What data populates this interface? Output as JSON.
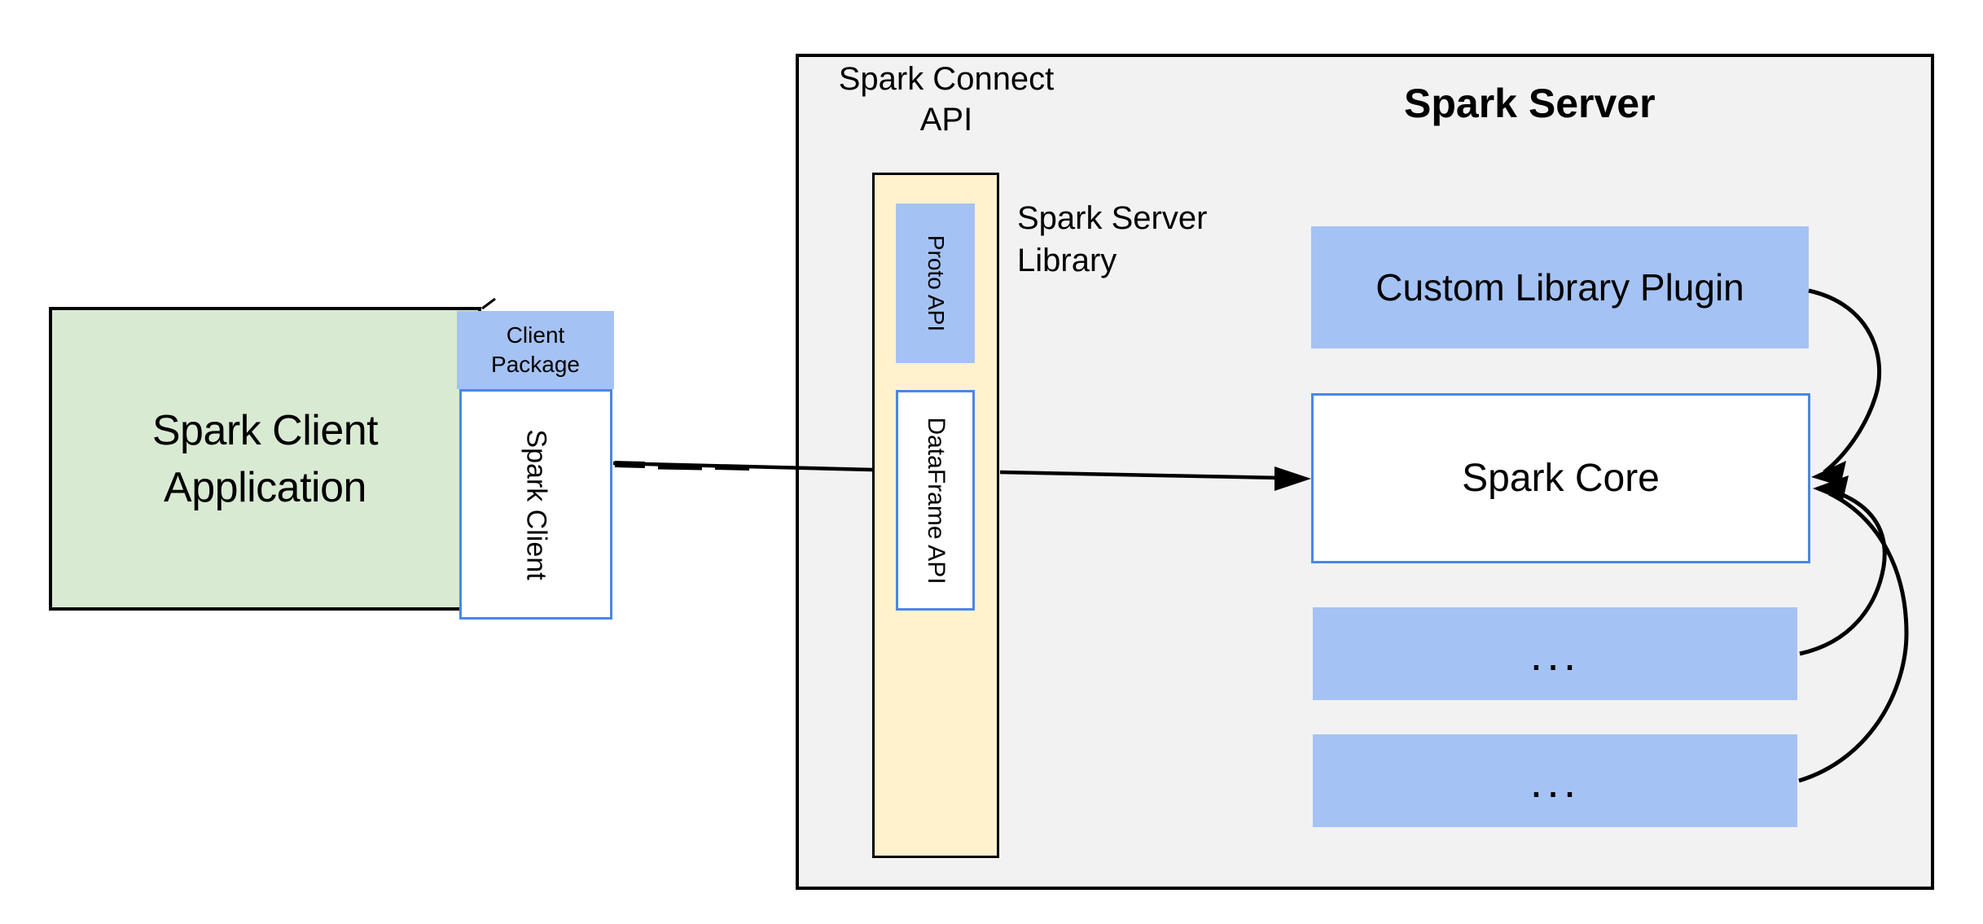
{
  "diagram": {
    "client_side": {
      "app_label": "Spark Client Application",
      "package_label": "Client Package",
      "client_label": "Spark Client"
    },
    "connect_api": {
      "label": "Spark Connect API",
      "proto_label": "Proto API",
      "dataframe_label": "DataFrame API"
    },
    "server_side": {
      "title": "Spark Server",
      "library_label": "Spark Server Library",
      "plugin_label": "Custom Library Plugin",
      "core_label": "Spark Core",
      "ellipsis": "..."
    },
    "colors": {
      "green_fill": "#d9ead3",
      "blue_fill": "#a4c2f4",
      "blue_border": "#4a86e8",
      "cream_fill": "#fff2cc",
      "gray_fill": "#f2f2f2",
      "line_color": "#000000"
    },
    "connections": [
      {
        "from": "Spark Client",
        "to": "Spark Connect API",
        "style": "straight-line"
      },
      {
        "from": "Spark Connect API",
        "to": "Spark Core",
        "style": "straight-arrow"
      },
      {
        "from": "Custom Library Plugin",
        "to": "Spark Core",
        "style": "curved-arrow"
      },
      {
        "from": "ellipsis-box-1",
        "to": "Spark Core",
        "style": "curved-arrow"
      },
      {
        "from": "ellipsis-box-2",
        "to": "Spark Core",
        "style": "curved-arrow"
      }
    ]
  }
}
